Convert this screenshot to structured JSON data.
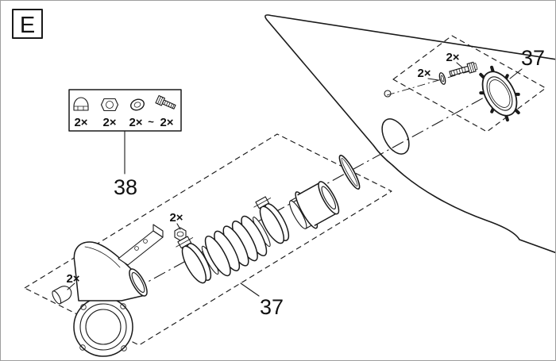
{
  "figure": {
    "variant_label": "E",
    "part_labels": {
      "assembly_bottom": "37",
      "assembly_top_right": "37",
      "hardware_kit": "38"
    },
    "quantities": {
      "cap": "2×",
      "nut": "2×",
      "washer_top": "2×",
      "screw_top": "2×"
    },
    "hardware_box": {
      "items": [
        {
          "name": "cap-nut",
          "qty": "2×"
        },
        {
          "name": "hex-nut",
          "qty": "2×"
        },
        {
          "name": "washer",
          "qty": "2×"
        },
        {
          "name": "screw",
          "qty": "2×"
        }
      ],
      "separator": "~"
    },
    "colors": {
      "ink": "#1a1a1a",
      "background": "#ffffff",
      "frame_border": "#9e9e9e"
    }
  }
}
